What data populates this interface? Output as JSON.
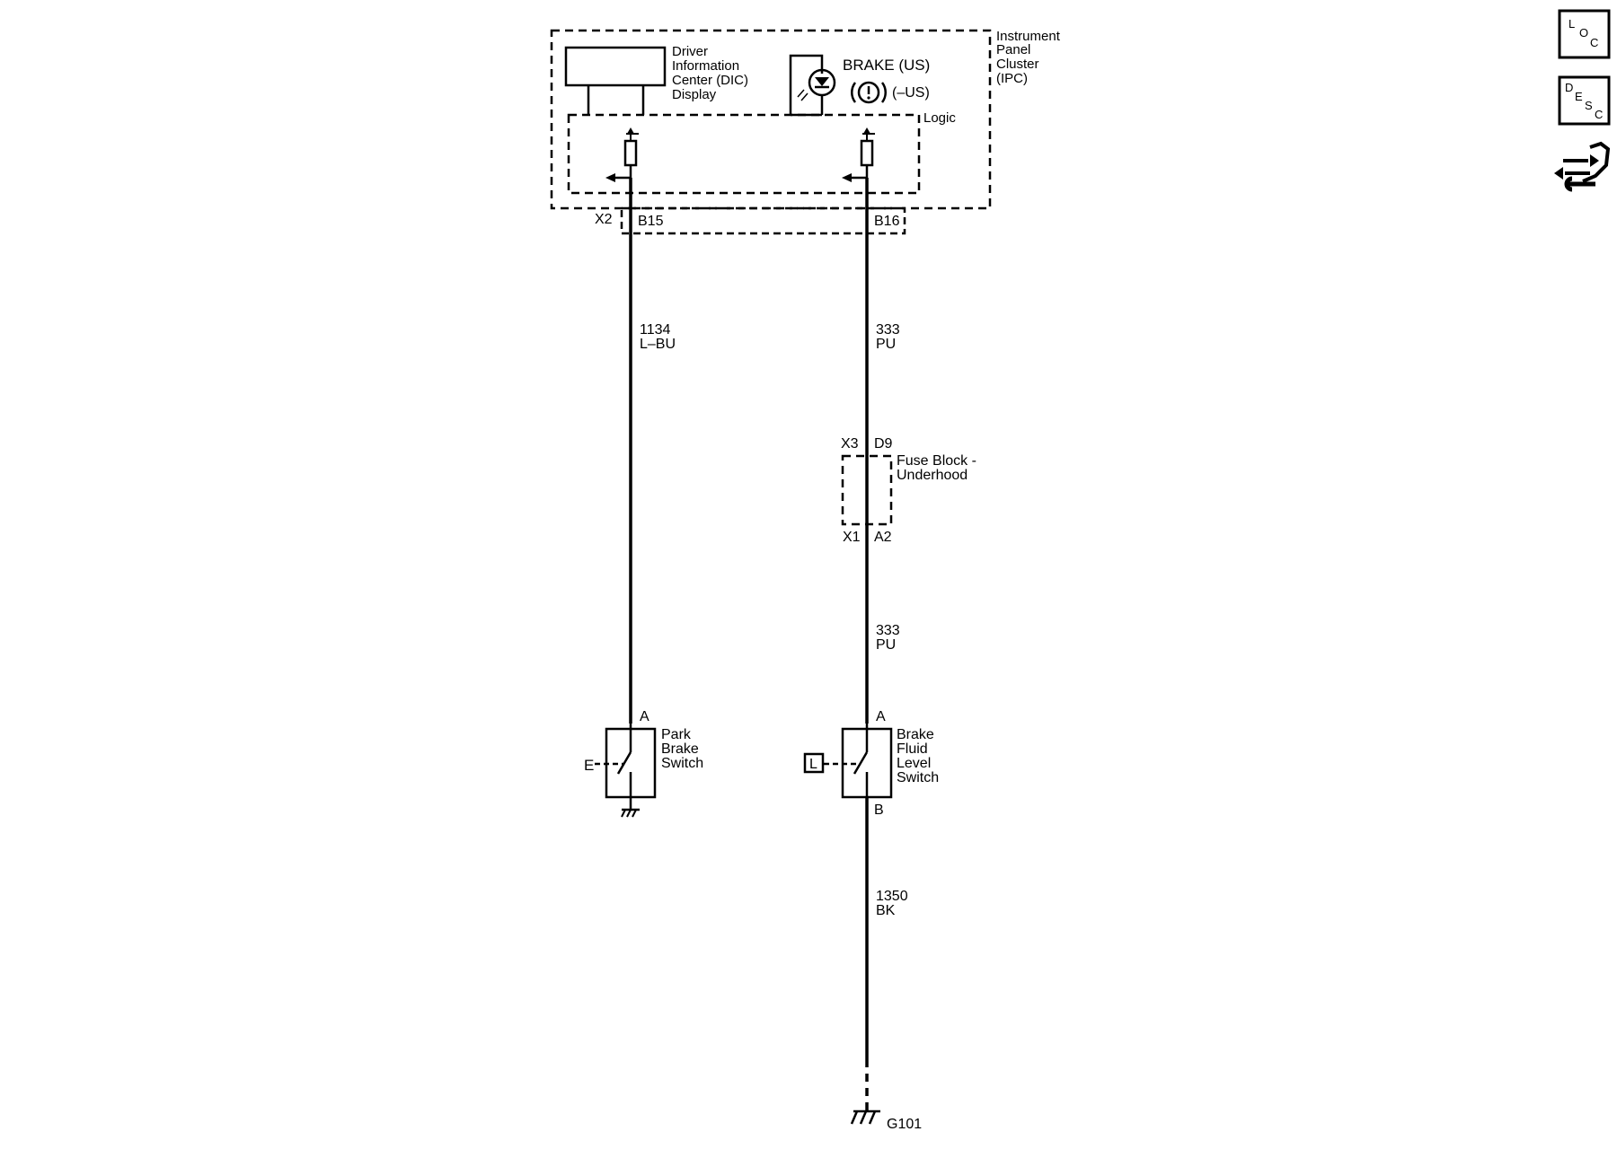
{
  "ipc": {
    "name_lines": [
      "Instrument",
      "Panel",
      "Cluster",
      "(IPC)"
    ],
    "dic_lines": [
      "Driver",
      "Information",
      "Center (DIC)",
      "Display"
    ],
    "brake_us": "BRAKE (US)",
    "brake_non_us": "(–US)",
    "logic": "Logic"
  },
  "connectors": {
    "ipc_connector": "X2",
    "pin_left": "B15",
    "pin_right": "B16",
    "fuse_top_connector": "X3",
    "fuse_top_pin": "D9",
    "fuse_bottom_connector": "X1",
    "fuse_bottom_pin": "A2"
  },
  "wires": {
    "park_circuit": "1134",
    "park_color": "L–BU",
    "fluid_circuit_upper": "333",
    "fluid_color_upper": "PU",
    "fluid_circuit_lower": "333",
    "fluid_color_lower": "PU",
    "ground_circuit": "1350",
    "ground_color": "BK"
  },
  "fuse_block_lines": [
    "Fuse Block -",
    "Underhood"
  ],
  "park_switch": {
    "pin": "A",
    "name_lines": [
      "Park",
      "Brake",
      "Switch"
    ],
    "indicator": "E"
  },
  "fluid_switch": {
    "pin_top": "A",
    "pin_bottom": "B",
    "name_lines": [
      "Brake",
      "Fluid",
      "Level",
      "Switch"
    ],
    "indicator": "L"
  },
  "ground": "G101",
  "nav": {
    "loc": [
      "L",
      "O",
      "C"
    ],
    "desc": [
      "D",
      "E",
      "S",
      "C"
    ]
  }
}
